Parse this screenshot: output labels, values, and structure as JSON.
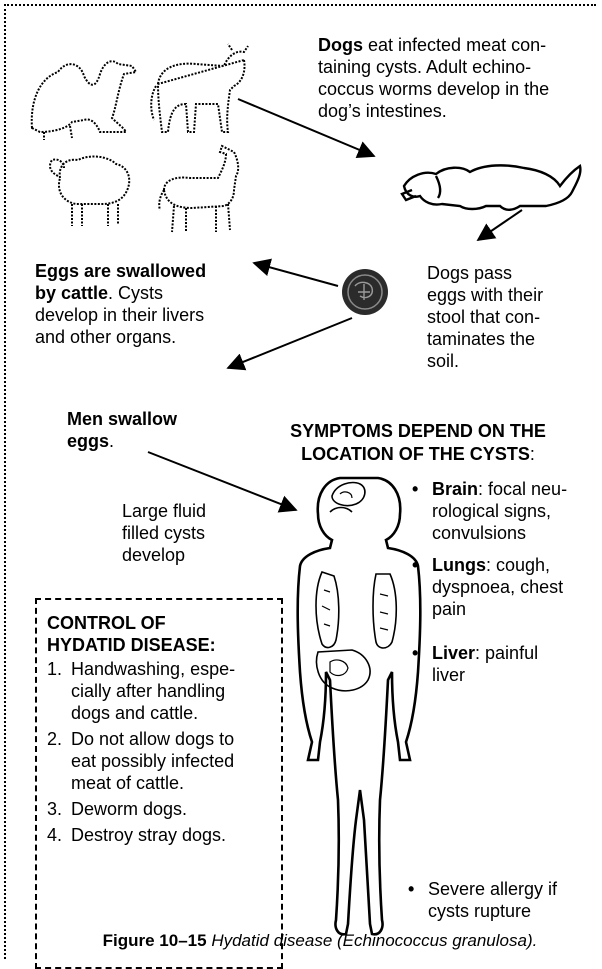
{
  "dogs_text": {
    "bold": "Dogs",
    "rest": " eat infected meat con-",
    "line2": "taining cysts. Adult echino-",
    "line3": "coccus worms develop in the",
    "line4": "dog’s intestines."
  },
  "eggs_text": {
    "bold1": "Eggs are swallowed",
    "bold2": "by cattle",
    "rest2": ". Cysts",
    "line3": "develop in their livers",
    "line4": "and other organs."
  },
  "pass_text": {
    "line1": "Dogs pass",
    "line2": "eggs with their",
    "line3": "stool that con-",
    "line4": "taminates the",
    "line5": "soil."
  },
  "men_text": {
    "line1": "Men swallow",
    "line2": "eggs",
    "period": "."
  },
  "cysts_text": {
    "line1": "Large fluid",
    "line2": "filled cysts",
    "line3": "develop"
  },
  "symptoms": {
    "title_line1": "SYMPTOMS DEPEND ON THE",
    "title_line2": "LOCATION OF THE CYSTS",
    "title_colon": ":",
    "items": [
      {
        "organ": "Brain",
        "rest": ": focal neu-",
        "line2": "rological signs,",
        "line3": "convulsions"
      },
      {
        "organ": "Lungs",
        "rest": ": cough,",
        "line2": "dyspnoea, chest",
        "line3": "pain"
      },
      {
        "organ": "Liver",
        "rest": ": painful",
        "line2": "liver",
        "line3": ""
      }
    ],
    "allergy_line1": "Severe allergy if",
    "allergy_line2": "cysts rupture"
  },
  "control": {
    "title_line1": "CONTROL OF",
    "title_line2": "HYDATID DISEASE:",
    "items": [
      {
        "num": "1.",
        "l1": "Handwashing, espe-",
        "l2": "cially after handling",
        "l3": "dogs and cattle."
      },
      {
        "num": "2.",
        "l1": "Do not allow dogs to",
        "l2": "eat possibly infected",
        "l3": "meat of cattle."
      },
      {
        "num": "3.",
        "l1": "Deworm dogs.",
        "l2": "",
        "l3": ""
      },
      {
        "num": "4.",
        "l1": "Destroy stray dogs.",
        "l2": "",
        "l3": ""
      }
    ]
  },
  "caption": {
    "fig": "Figure 10–15",
    "title": "Hydatid disease (Echinococcus granulosa)."
  }
}
